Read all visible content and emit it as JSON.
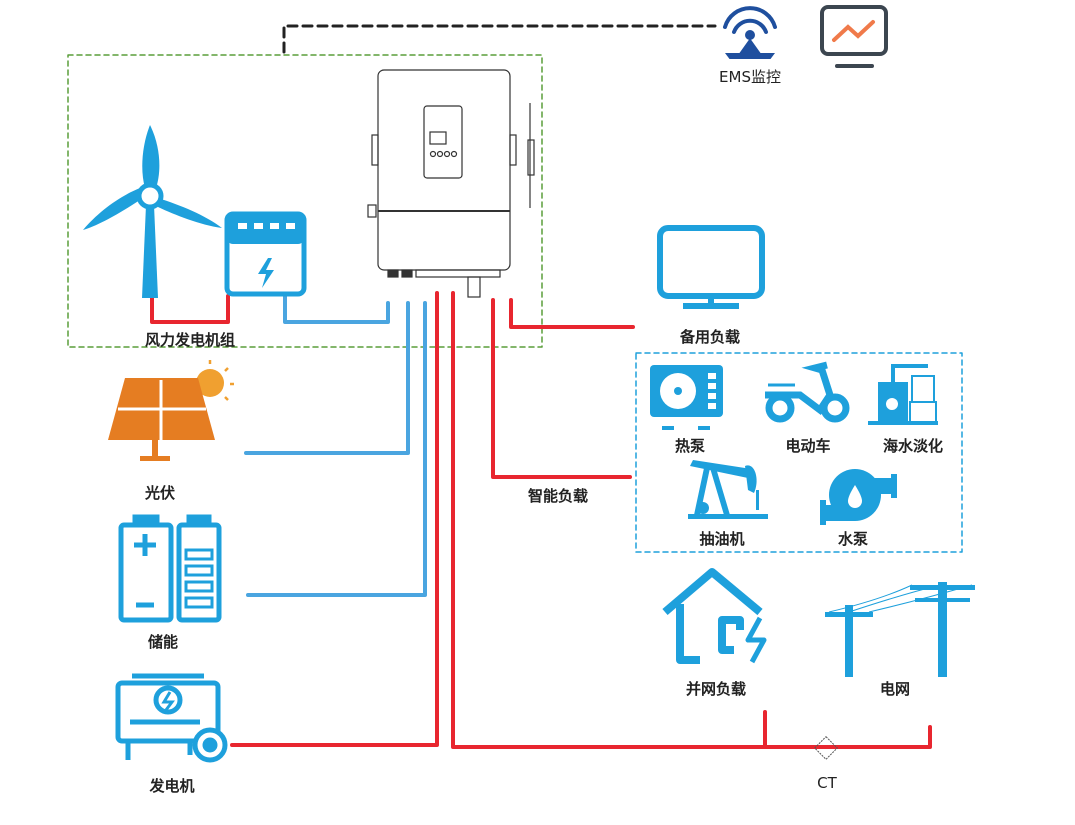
{
  "colors": {
    "blue": "#1ea0dc",
    "line_blue": "#4aa5e0",
    "red": "#e8262f",
    "green_dashed": "#5a9e3a",
    "ems_blue": "#1f4f9e",
    "monitor_orange": "#f07a4a",
    "sun_orange": "#f0a030",
    "pv_orange": "#e57d22"
  },
  "labels": {
    "wind": "风力发电机组",
    "pv": "光伏",
    "storage": "储能",
    "generator": "发电机",
    "backup_load": "备用负载",
    "smart_load": "智能负载",
    "heat_pump": "热泵",
    "ev": "电动车",
    "desalination": "海水淡化",
    "pumpjack": "抽油机",
    "water_pump": "水泵",
    "grid_load": "并网负载",
    "grid": "电网",
    "ct": "CT",
    "ems": "EMS监控"
  }
}
